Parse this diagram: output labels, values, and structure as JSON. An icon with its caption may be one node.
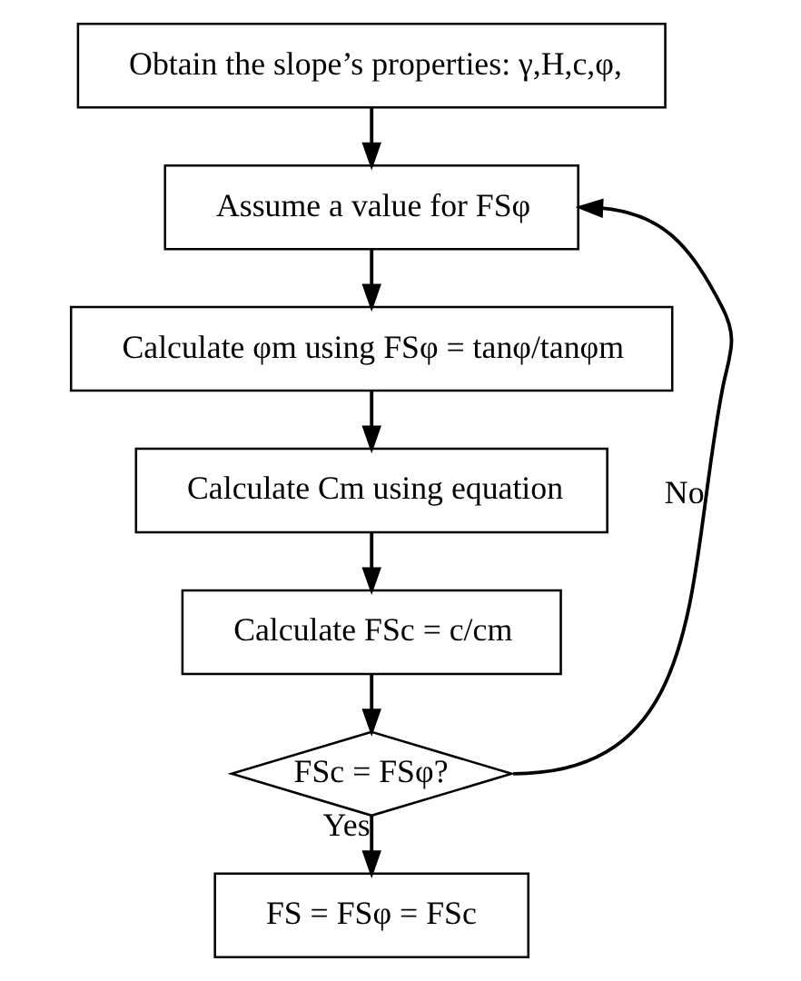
{
  "diagram": {
    "nodes": [
      {
        "text": [
          "Obtain the slope’s properties: γ,H,c,φ,"
        ]
      },
      {
        "text": [
          "Assume a value for FSφ"
        ]
      },
      {
        "text": [
          "Calculate φm using FSφ = tanφ/tanφm"
        ]
      },
      {
        "text": [
          "Calculate Cm using equation"
        ]
      },
      {
        "text": [
          "Calculate FSc = c/cm"
        ]
      },
      {
        "text": [
          "FSc = FSφ?"
        ]
      },
      {
        "text": [
          "FS = FSφ = FSc"
        ]
      }
    ],
    "edges": [
      {
        "from": 0,
        "to": 1,
        "arrow": "to"
      },
      {
        "from": 1,
        "to": 2,
        "arrow": "to"
      },
      {
        "from": 2,
        "to": 3,
        "arrow": "to"
      },
      {
        "from": 3,
        "to": 4,
        "arrow": "to"
      },
      {
        "from": 4,
        "to": 5,
        "arrow": "to"
      },
      {
        "from": 5,
        "to": 6,
        "arrow": "to",
        "label": "Yes"
      },
      {
        "from": 5,
        "to": 1,
        "arrow": "to",
        "label": "No"
      }
    ]
  }
}
